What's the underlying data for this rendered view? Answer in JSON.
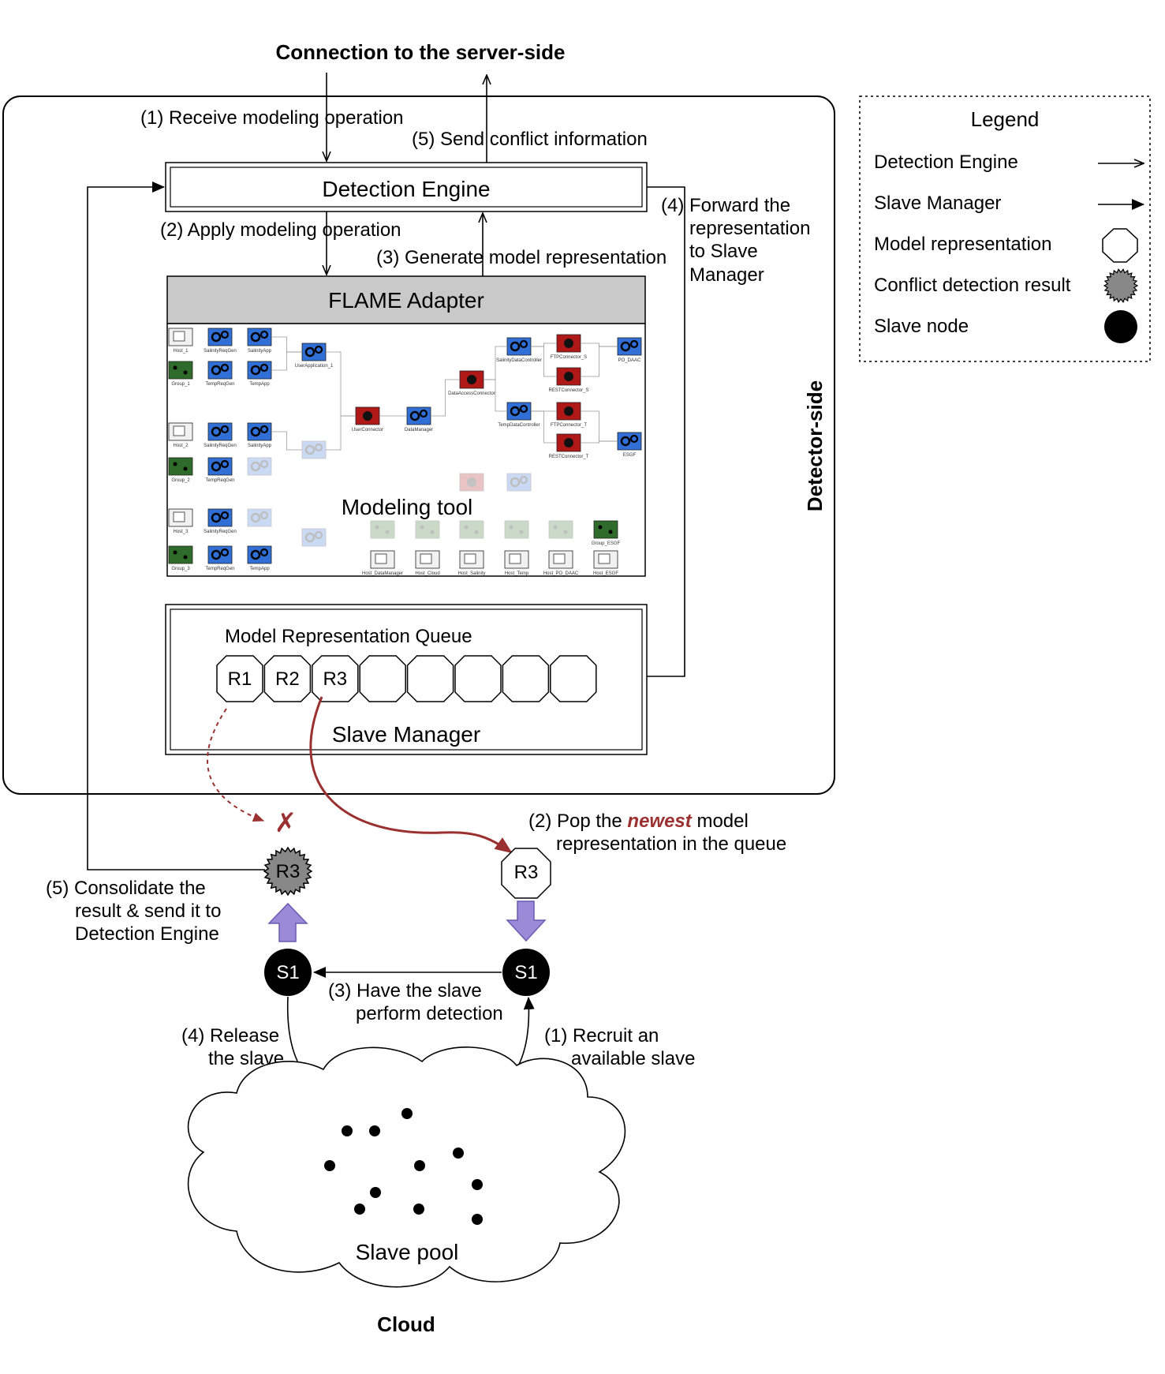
{
  "title": "Connection to the server-side",
  "side_label": "Detector-side",
  "steps_top": {
    "receive": "(1) Receive modeling operation",
    "send_conflict": "(5) Send conflict information",
    "apply": "(2) Apply modeling operation",
    "generate": "(3) Generate model representation",
    "forward": [
      "(4) Forward the",
      "representation",
      "to Slave",
      "Manager"
    ]
  },
  "detection_engine": "Detection Engine",
  "flame_adapter": "FLAME Adapter",
  "modeling_tool": "Modeling tool",
  "modeling_tool_nodes": [
    "Host_1",
    "SalinityReqGen",
    "SalinityApp",
    "Group_1",
    "TempReqGen",
    "TempApp",
    "UserApplication_1",
    "Host_2",
    "Group_2",
    "UserConnector",
    "DataManager",
    "DataAccessConnector",
    "SalinityDataController",
    "TempDataController",
    "FTPConnector_S",
    "RESTConnector_S",
    "FTPConnector_T",
    "RESTConnector_T",
    "PO_DAAC",
    "ESGF",
    "Host_3",
    "Group_3",
    "Group_ESGF",
    "Host_DataManager",
    "Host_Cloud",
    "Host_Salinity",
    "Host_Temp",
    "Host_PO_DAAC",
    "Host_ESGF"
  ],
  "slave_manager": {
    "queue_title": "Model Representation Queue",
    "label": "Slave Manager",
    "queue": [
      "R1",
      "R2",
      "R3",
      "",
      "",
      "",
      "",
      ""
    ]
  },
  "legend": {
    "title": "Legend",
    "items": [
      {
        "label": "Detection Engine",
        "icon": "thin-arrow-icon"
      },
      {
        "label": "Slave Manager",
        "icon": "filled-arrow-icon"
      },
      {
        "label": "Model representation",
        "icon": "white-octagon-icon"
      },
      {
        "label": "Conflict detection result",
        "icon": "gray-gear-icon"
      },
      {
        "label": "Slave node",
        "icon": "black-circle-icon"
      }
    ]
  },
  "cloud_steps": {
    "pop": {
      "prefix": "(2) Pop the ",
      "emphasis": "newest",
      "suffix": " model",
      "line2": "representation in the queue"
    },
    "consolidate": [
      "(5) Consolidate the",
      "result & send it to",
      "Detection Engine"
    ],
    "perform": [
      "(3) Have the slave",
      "perform detection"
    ],
    "release": [
      "(4) Release",
      "the slave"
    ],
    "recruit": [
      "(1) Recruit an",
      "available slave"
    ]
  },
  "nodes": {
    "result": "R3",
    "popped": "R3",
    "slave_left": "S1",
    "slave_right": "S1",
    "cancel_mark": "✗"
  },
  "slave_pool": "Slave pool",
  "cloud": "Cloud",
  "colors": {
    "accent_red": "#9b3030",
    "arrow_purple": "#9a8ad8",
    "adapter_gray": "#c9c9c9",
    "result_gray": "#888888"
  }
}
